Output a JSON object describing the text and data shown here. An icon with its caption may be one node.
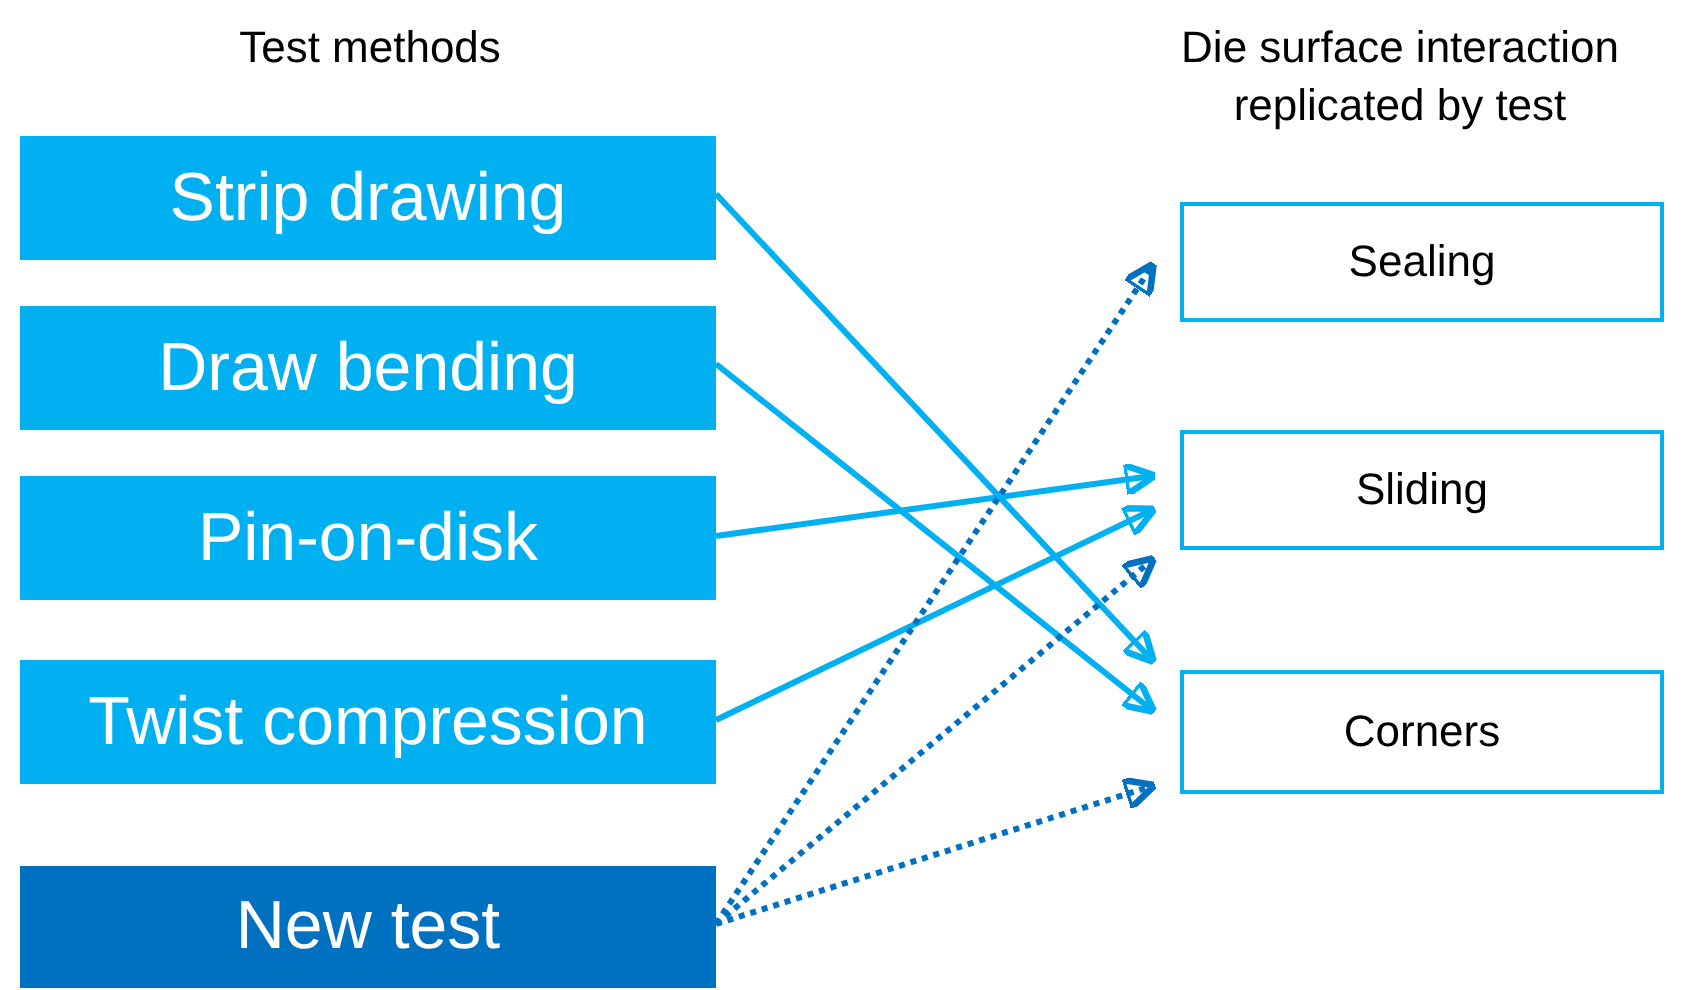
{
  "diagram": {
    "nodes": [
      {
        "text": [
          "Strip drawing"
        ]
      },
      {
        "text": [
          "Draw bending"
        ]
      },
      {
        "text": [
          "Pin-on-disk"
        ]
      },
      {
        "text": [
          "Twist compression"
        ]
      },
      {
        "text": [
          "New test"
        ]
      },
      {
        "text": [
          "Sealing"
        ]
      },
      {
        "text": [
          "Sliding"
        ]
      },
      {
        "text": [
          "Corners"
        ]
      }
    ],
    "edges": [
      {
        "from": 0,
        "to": 7,
        "arrow": "to"
      },
      {
        "from": 1,
        "to": 7,
        "arrow": "to"
      },
      {
        "from": 2,
        "to": 6,
        "arrow": "to"
      },
      {
        "from": 3,
        "to": 6,
        "arrow": "to"
      },
      {
        "from": 4,
        "to": 5,
        "arrow": "to",
        "style": "dashed",
        "color": "#0070c0"
      },
      {
        "from": 4,
        "to": 6,
        "arrow": "to",
        "style": "dashed",
        "color": "#0070c0"
      },
      {
        "from": 4,
        "to": 7,
        "arrow": "to",
        "style": "dashed",
        "color": "#0070c0"
      }
    ],
    "labels": [
      "Test methods",
      "Die surface interaction replicated by test"
    ]
  }
}
